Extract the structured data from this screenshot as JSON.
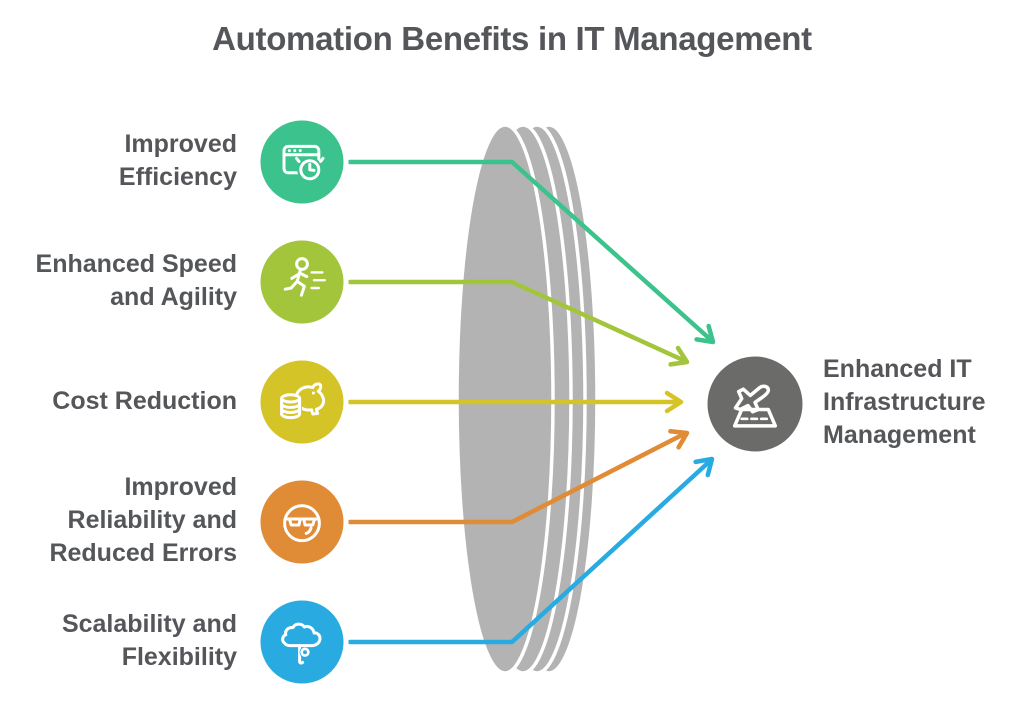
{
  "title": "Automation Benefits in IT Management",
  "background_color": "#FFFFFF",
  "text_color": "#54565A",
  "lens": {
    "color": "#B3B3B3",
    "outline": "#FFFFFF"
  },
  "benefits": [
    {
      "label": "Improved\nEfficiency",
      "color": "#3CC28D",
      "icon": "browser-clock-icon"
    },
    {
      "label": "Enhanced Speed\nand Agility",
      "color": "#A3C53C",
      "icon": "runner-icon"
    },
    {
      "label": "Cost Reduction",
      "color": "#D5C428",
      "icon": "piggy-bank-savings-icon"
    },
    {
      "label": "Improved\nReliability and\nReduced Errors",
      "color": "#E08B35",
      "icon": "cool-face-sunglasses-icon"
    },
    {
      "label": "Scalability and\nFlexibility",
      "color": "#29ABE2",
      "icon": "cloud-icon"
    }
  ],
  "outcome": {
    "label": "Enhanced IT\nInfrastructure\nManagement",
    "color": "#6B6B69",
    "icon": "plane-takeoff-icon"
  }
}
